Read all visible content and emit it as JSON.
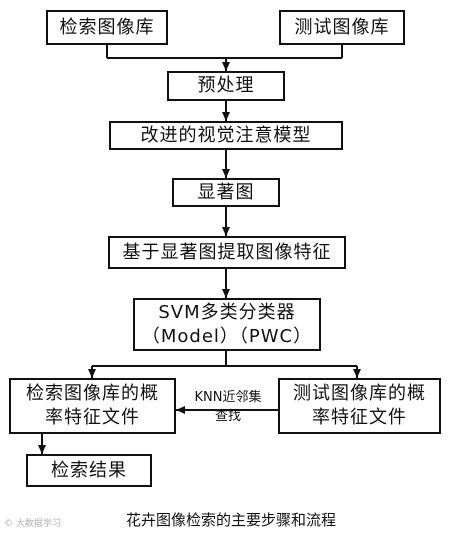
{
  "nodes": {
    "retrieval_db": "检索图像库",
    "test_db": "测试图像库",
    "preprocess": "预处理",
    "attention_model": "改进的视觉注意模型",
    "saliency_map": "显著图",
    "feature_extract": "基于显著图提取图像特征",
    "svm_line1": "SVM多类分类器",
    "svm_line2": "（Model）（PWC）",
    "retrieval_feat_line1": "检索图像库的概",
    "retrieval_feat_line2": "率特征文件",
    "test_feat_line1": "测试图像库的概",
    "test_feat_line2": "率特征文件",
    "result": "检索结果"
  },
  "edge_label": {
    "line1": "KNN近邻集",
    "line2": "查找"
  },
  "caption": "花卉图像检索的主要步骤和流程",
  "watermark": "© 大数据学习"
}
